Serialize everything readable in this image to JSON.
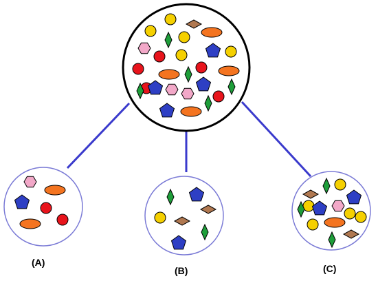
{
  "colors": {
    "background": "#ffffff",
    "outline": "#000000",
    "subset_outline": "#7b7bd6",
    "connector": "#3a3acc",
    "circle": "#e8141c",
    "yellow_circle": "#f5d000",
    "diamond_brown": "#b07850",
    "diamond_green": "#1e9e3a",
    "pentagon": "#2e3fc4",
    "hexagon": "#f2a8c8",
    "ellipse": "#f47420"
  },
  "labels": {
    "a": "(A)",
    "b": "(B)",
    "c": "(C)"
  }
}
